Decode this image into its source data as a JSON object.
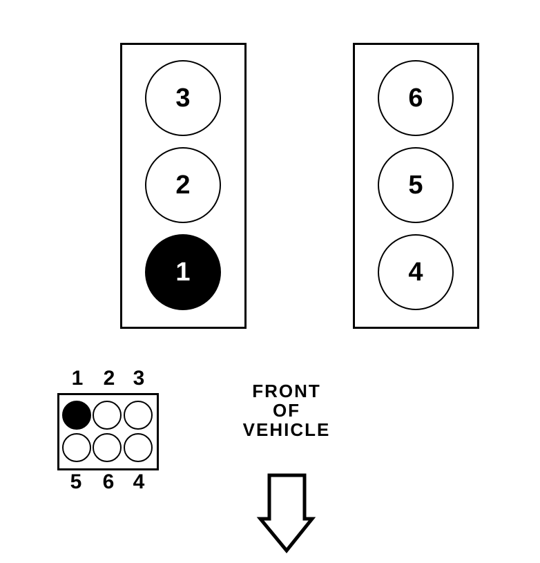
{
  "diagram": {
    "colors": {
      "ink": "#000000",
      "paper": "#ffffff",
      "highlight_fill": "#000000"
    },
    "banks": {
      "left": {
        "cylinders": [
          {
            "number": "3",
            "filled": false
          },
          {
            "number": "2",
            "filled": false
          },
          {
            "number": "1",
            "filled": true
          }
        ]
      },
      "right": {
        "cylinders": [
          {
            "number": "6",
            "filled": false
          },
          {
            "number": "5",
            "filled": false
          },
          {
            "number": "4",
            "filled": false
          }
        ]
      }
    },
    "coil_pack": {
      "top_labels": [
        "1",
        "2",
        "3"
      ],
      "bottom_labels": [
        "5",
        "6",
        "4"
      ],
      "terminals": [
        {
          "filled": true
        },
        {
          "filled": false
        },
        {
          "filled": false
        },
        {
          "filled": false
        },
        {
          "filled": false
        },
        {
          "filled": false
        }
      ]
    },
    "front_label": {
      "lines": [
        "FRONT",
        "OF",
        "VEHICLE"
      ]
    },
    "arrow": {
      "direction": "down"
    }
  }
}
